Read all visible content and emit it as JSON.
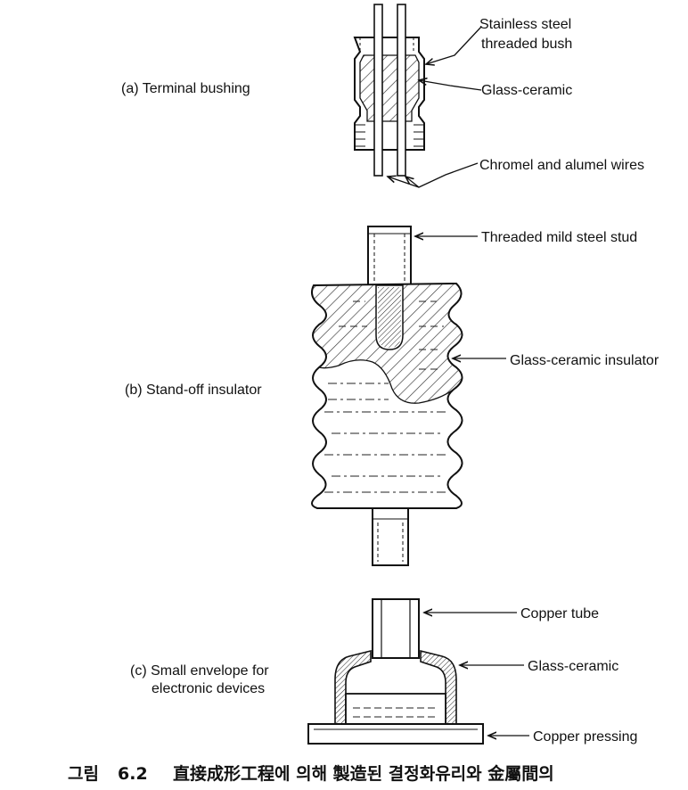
{
  "diagram": {
    "a": {
      "title": "(a) Terminal bushing",
      "labels": {
        "bush_line1": "Stainless steel",
        "bush_line2": "threaded bush",
        "glass": "Glass-ceramic",
        "wires": "Chromel and alumel wires"
      }
    },
    "b": {
      "title": "(b) Stand-off insulator",
      "labels": {
        "stud": "Threaded mild steel stud",
        "insulator": "Glass-ceramic insulator"
      }
    },
    "c": {
      "title_line1": "(c) Small envelope for",
      "title_line2": "electronic devices",
      "labels": {
        "tube": "Copper tube",
        "glass": "Glass-ceramic",
        "pressing": "Copper pressing"
      }
    }
  },
  "caption": {
    "prefix": "그림",
    "number": "6.2",
    "text": "直接成形工程에 의해 製造된 결정화유리와 金屬間의"
  }
}
